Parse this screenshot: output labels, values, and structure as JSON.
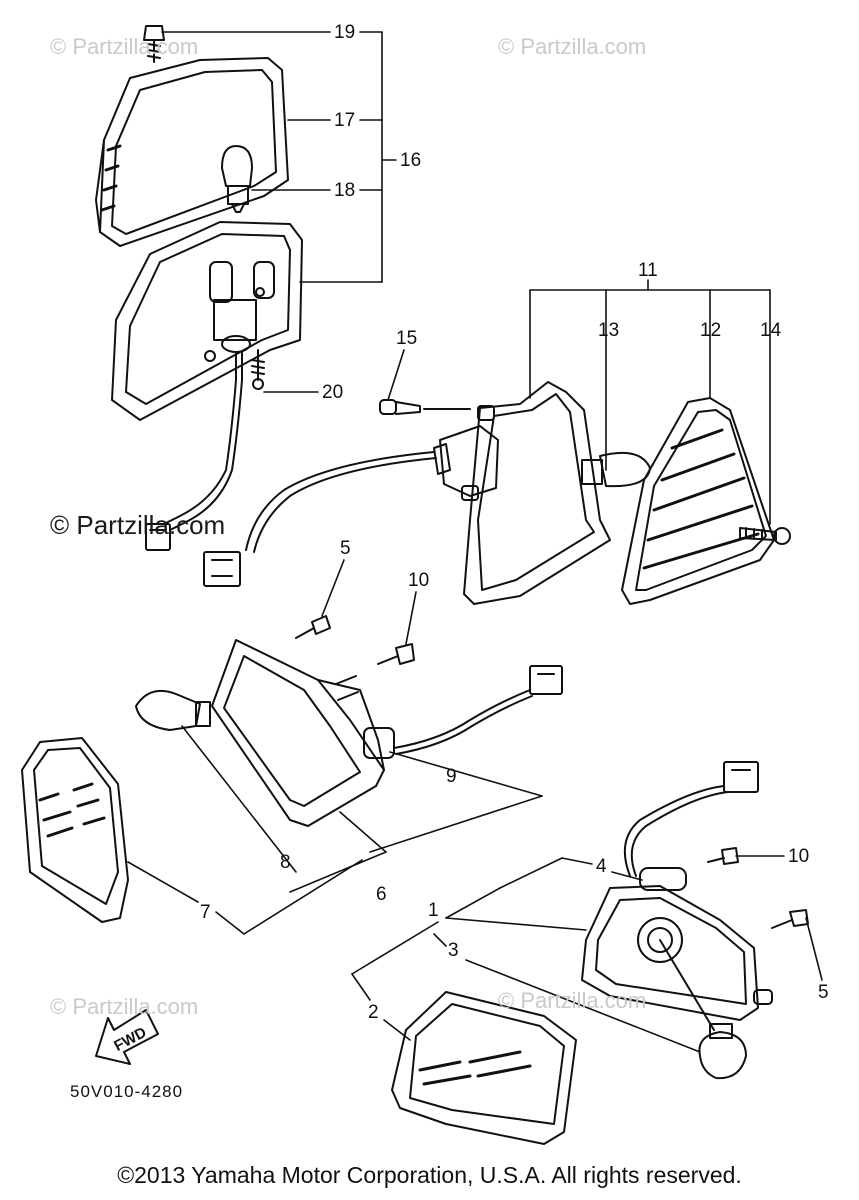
{
  "watermarks": [
    "© Partzilla.com",
    "© Partzilla.com",
    "© Partzilla.com",
    "© Partzilla.com",
    "© Partzilla.com"
  ],
  "callouts": [
    "19",
    "17",
    "16",
    "18",
    "20",
    "11",
    "15",
    "13",
    "12",
    "14",
    "5",
    "10",
    "9",
    "8",
    "6",
    "7",
    "4",
    "10",
    "1",
    "3",
    "5",
    "2"
  ],
  "fwd_label": "FWD",
  "diagram_code": "50V010-4280",
  "copyright": "©2013  Yamaha Motor Corporation, U.S.A. All rights reserved."
}
